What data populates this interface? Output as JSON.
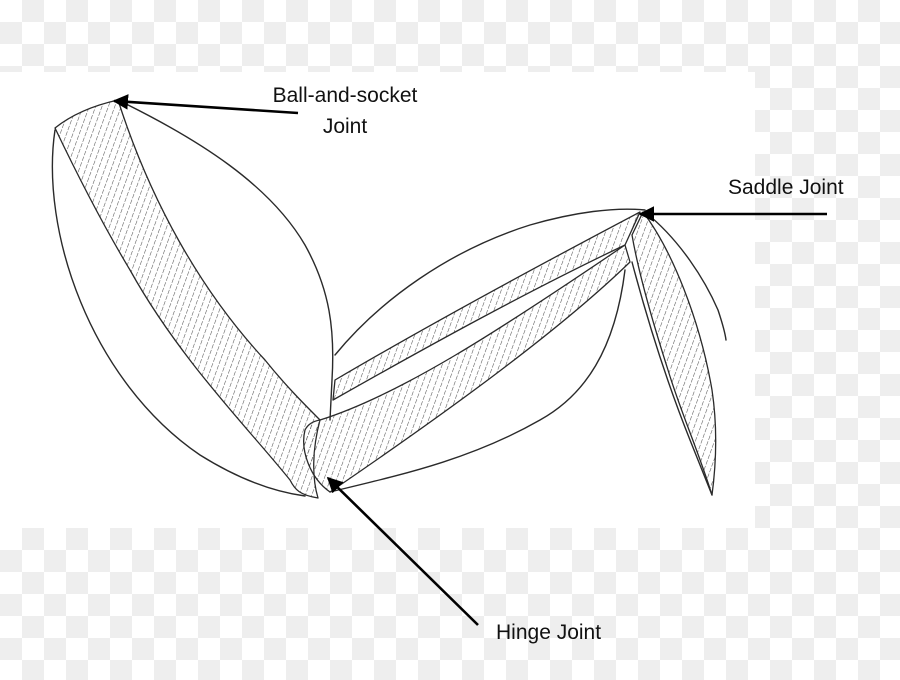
{
  "labels": {
    "ball_and_socket_line1": "Ball-and-socket",
    "ball_and_socket_line2": "Joint",
    "saddle": "Saddle Joint",
    "hinge": "Hinge Joint"
  },
  "colors": {
    "background": "#ffffff",
    "ink": "#2a2a2a",
    "arrow": "#000000",
    "checker": "#eeeeee"
  }
}
